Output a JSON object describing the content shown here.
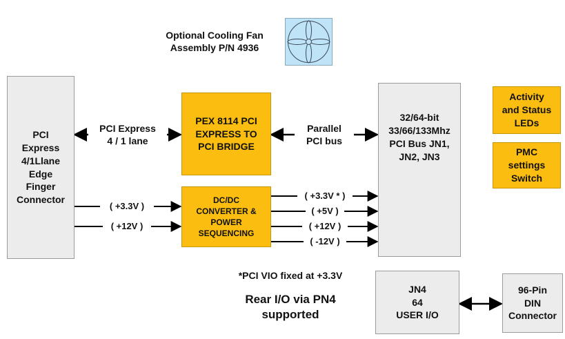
{
  "fan": {
    "caption": "Optional Cooling Fan\nAssembly P/N 4936"
  },
  "blocks": {
    "pci_edge": "PCI\nExpress\n4/1Llane\nEdge\nFinger\nConnector",
    "pex_bridge": "PEX 8114 PCI\nEXPRESS TO\nPCI BRIDGE",
    "dcdc": "DC/DC\nCONVERTER &\nPOWER\nSEQUENCING",
    "pci_bus": "32/64-bit\n33/66/133Mhz\nPCI Bus JN1,\nJN2, JN3",
    "activity_leds": "Activity\nand Status\nLEDs",
    "pmc_switch": "PMC\nsettings\nSwitch",
    "jn4": "JN4\n64\nUSER I/O",
    "din_connector": "96-Pin\nDIN\nConnector"
  },
  "links": {
    "pci_express": "PCI Express\n4 / 1 lane",
    "parallel_bus": "Parallel\nPCI bus"
  },
  "power_inputs": [
    "( +3.3V )",
    "( +12V )"
  ],
  "power_outputs": [
    "( +3.3V * )",
    "( +5V )",
    "( +12V )",
    "( -12V )"
  ],
  "notes": {
    "vio": "*PCI VIO fixed at +3.3V",
    "rear_io": "Rear I/O via PN4\nsupported"
  },
  "colors": {
    "block_gold": "#fbbd10",
    "block_gray": "#ececec",
    "fan_fill": "#bfe3f7"
  }
}
